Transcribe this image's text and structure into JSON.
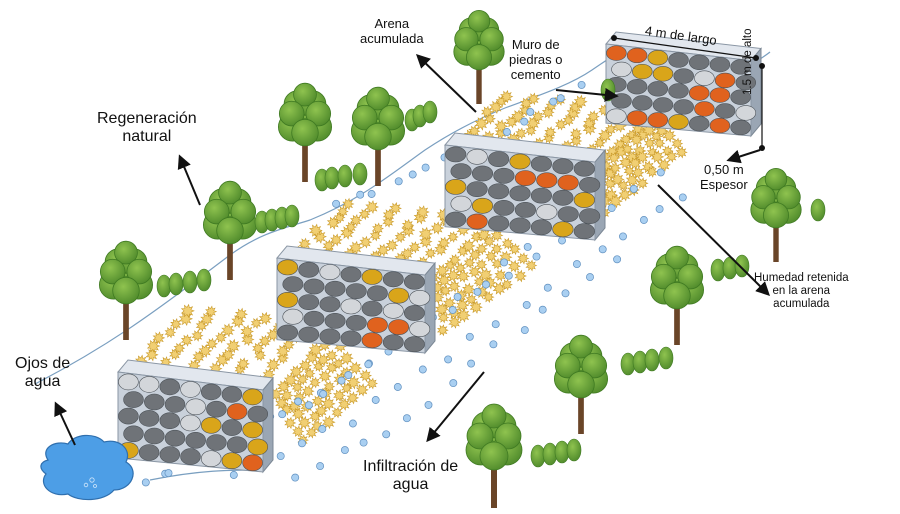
{
  "labels": {
    "arena_acumulada": "Arena\nacumulada",
    "muro": "Muro de\npiedras o\ncemento",
    "largo": "4 m de largo",
    "alto": "1.5 m de alto",
    "espesor": "0,50 m\nEspesor",
    "regeneracion": "Regeneración\nnatural",
    "humedad": "Humedad retenida\nen la arena\nacumulada",
    "ojos": "Ojos de\nagua",
    "infiltracion": "Infiltración de\nagua"
  },
  "colors": {
    "stone_gray": "#6f7378",
    "stone_orange": "#e0621e",
    "stone_yellow": "#d9a51a",
    "wall_face": "#c9d1db",
    "sand": "#f1cf73",
    "water_drop": "#a9cff1",
    "pond": "#4d9ee6",
    "tree_leaf": "#6aa43a",
    "tree_trunk": "#6a4528"
  },
  "icons": {
    "tree": "tree-icon",
    "shrub": "shrub-icon",
    "water_drop": "water-drop-icon",
    "sand_grain": "sand-grain-icon",
    "stone": "stone-icon",
    "pond": "pond-icon"
  }
}
